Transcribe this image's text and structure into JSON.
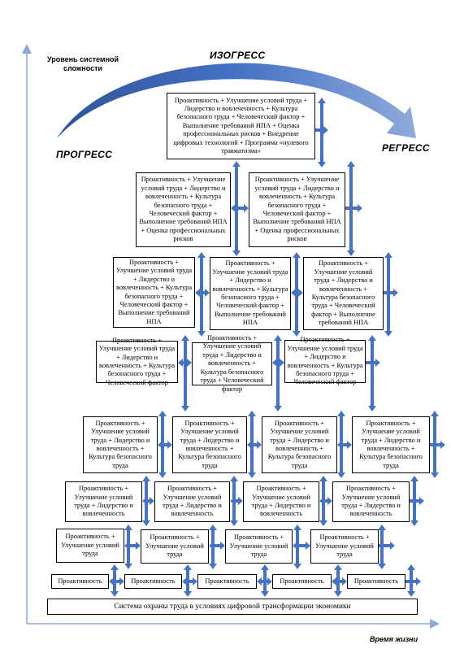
{
  "axis": {
    "y_label": "Уровень системной сложности",
    "x_label": "Время жизни"
  },
  "labels": {
    "top": "ИЗОГРЕСС",
    "left": "ПРОГРЕСС",
    "right": "РЕГРЕСС"
  },
  "base": "Система охраны труда в условиях цифровой трансформации экономики",
  "boxes": {
    "l8": "Проактивность + Улучшение условий труда + Лидерство и вовлеченность + Культура безопасного труда + Человеческий фактор + Выполнение требований НПА + Оценка профессиональных рисков + Внедрение цифровых технологий + Программа «нулевого травматизма»",
    "l7": "Проактивность + Улучшение условий труда + Лидерство и вовлеченность + Культура безопасного труда + Человеческий фактор + Выполнение требований НПА + Оценка профессиональных рисков",
    "l6": "Проактивность + Улучшение условий труда + Лидерство и вовлеченность + Культура безопасного труда + Человеческий фактор + Выполнение требований НПА",
    "l5": "Проактивность + Улучшение условий труда + Лидерство и вовлеченность + Культура безопасного труда + Человеческий фактор",
    "l4": "Проактивность + Улучшение условий труда + Лидерство и вовлеченность + Культура безопасного труда",
    "l3": "Проактивность + Улучшение условий труда + Лидерство и вовлеченность",
    "l2": "Проактивность + Улучшение условий труда",
    "l1": "Проактивность"
  },
  "colors": {
    "arrow": "#4472c4",
    "arrow_dark": "#2f5597",
    "axis": "#8ea9db",
    "border": "#000000"
  }
}
